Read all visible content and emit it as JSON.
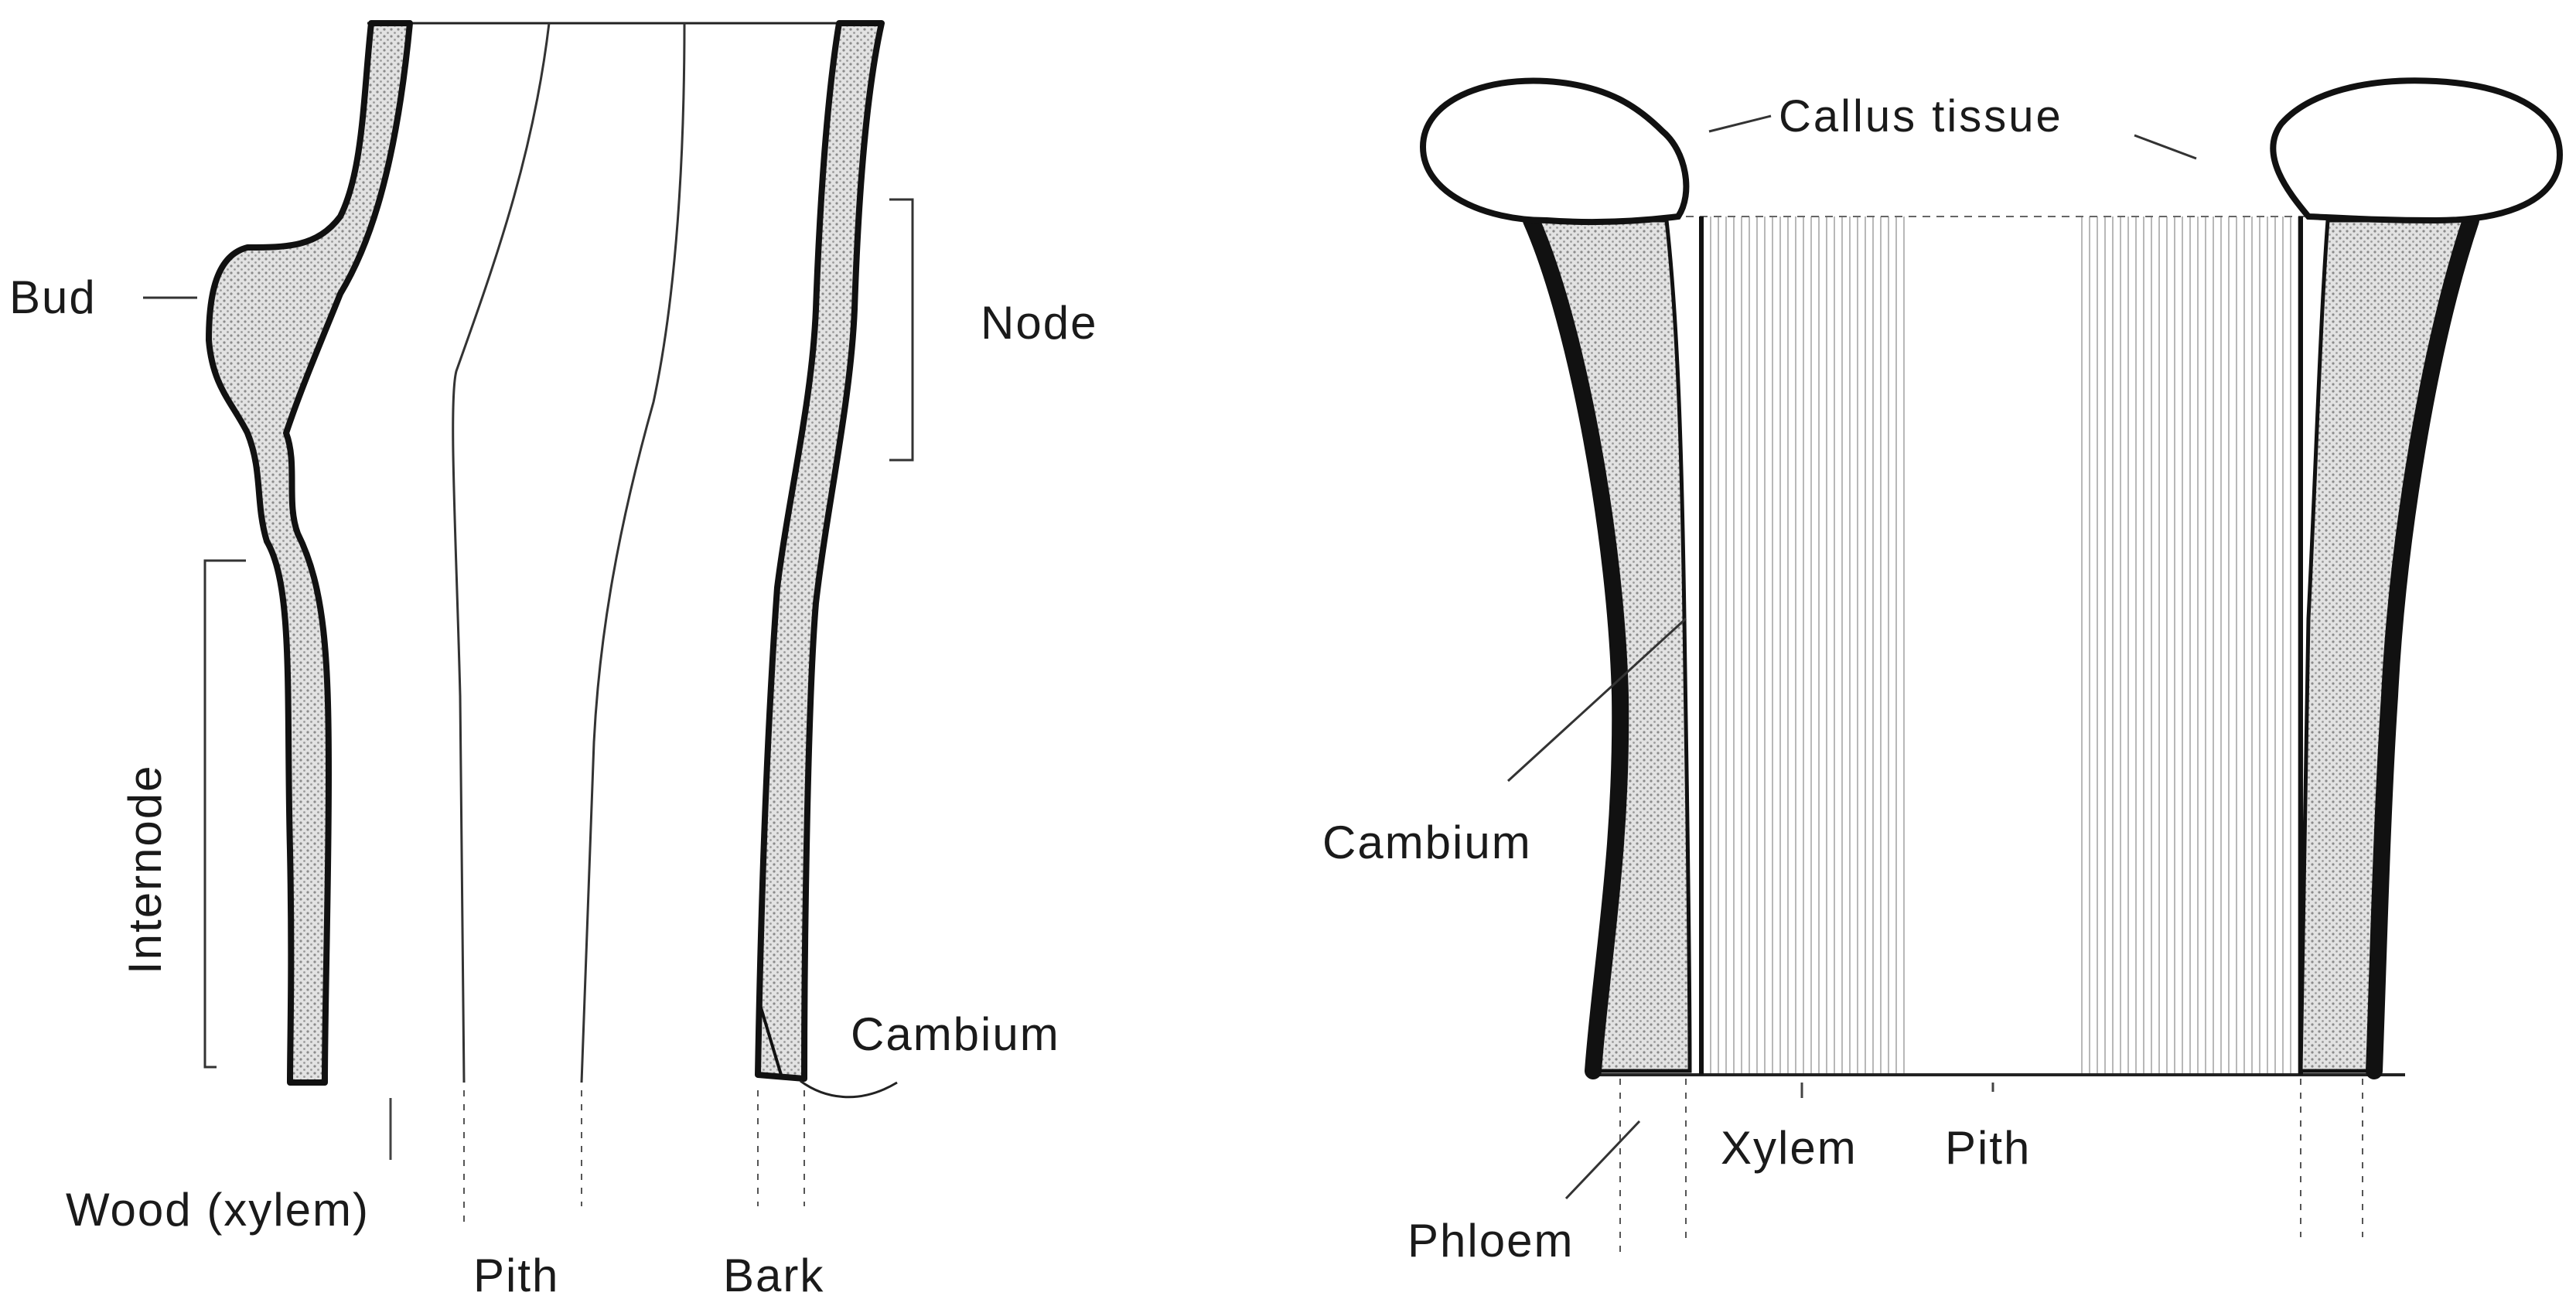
{
  "left_diagram": {
    "labels": {
      "bud": "Bud",
      "node": "Node",
      "internode": "Internode",
      "cambium": "Cambium",
      "wood": "Wood (xylem)",
      "pith": "Pith",
      "bark": "Bark"
    }
  },
  "right_diagram": {
    "labels": {
      "callus": "Callus tissue",
      "cambium": "Cambium",
      "xylem": "Xylem",
      "pith": "Pith",
      "phloem": "Phloem"
    }
  },
  "colors": {
    "ink": "#111111",
    "stipple": "#cfcfcf",
    "background": "#ffffff"
  }
}
